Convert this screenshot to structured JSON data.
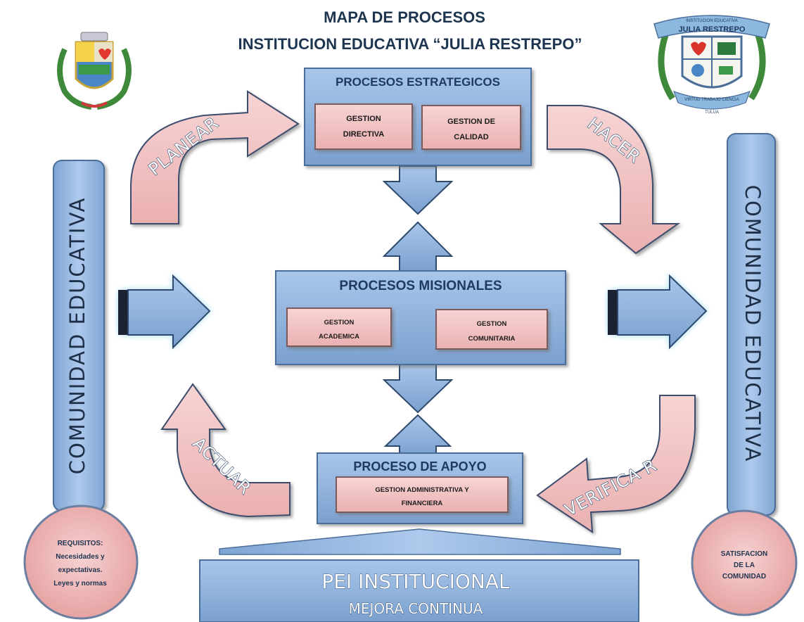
{
  "header": {
    "title_line1": "MAPA DE PROCESOS",
    "title_line2": "INSTITUCION  EDUCATIVA  “JULIA  RESTREPO”"
  },
  "logos": {
    "left": {
      "icon": "municipal-coat-of-arms"
    },
    "right": {
      "icon": "school-crest",
      "text_top": "INSTITUCION EDUCATIVA",
      "text_main": "JULIA RESTREPO",
      "text_ribbon": "VIRTUD TRABAJO CIENCIA",
      "text_bottom": "TULUA"
    }
  },
  "strategic": {
    "title": "PROCESOS ESTRATEGICOS",
    "items": [
      {
        "line1": "GESTION",
        "line2": "DIRECTIVA"
      },
      {
        "line1": "GESTION DE",
        "line2": "CALIDAD"
      }
    ]
  },
  "missional": {
    "title": "PROCESOS  MISIONALES",
    "items": [
      {
        "line1": "GESTION",
        "line2": "ACADEMICA"
      },
      {
        "line1": "GESTION",
        "line2": "COMUNITARIA"
      }
    ]
  },
  "support": {
    "title": "PROCESO DE APOYO",
    "item_line1": "GESTION ADMINISTRATIVA Y",
    "item_line2": "FINANCIERA"
  },
  "cycle": {
    "planear": "PLANEAR",
    "hacer": "HACER",
    "verificar": "VERIFICA R",
    "actuar": "ACTUAR"
  },
  "left_column": {
    "label": "COMUNIDAD   EDUCATIVA"
  },
  "right_column": {
    "label": "COMUNIDAD   EDUCATIVA"
  },
  "left_circle": {
    "line1": "REQUISITOS:",
    "line2": "Necesidades y",
    "line3": "expectativas.",
    "line4": "Leyes y normas"
  },
  "right_circle": {
    "line1": "SATISFACION",
    "line2": "DE LA",
    "line3": "COMUNIDAD"
  },
  "foundation": {
    "title": "PEI    INSTITUCIONAL",
    "subtitle": "MEJORA  CONTINUA"
  },
  "colors": {
    "box_blue": "#8fb2dc",
    "pink": "#f2c4c4",
    "dark_blue": "#1f3a5f"
  }
}
